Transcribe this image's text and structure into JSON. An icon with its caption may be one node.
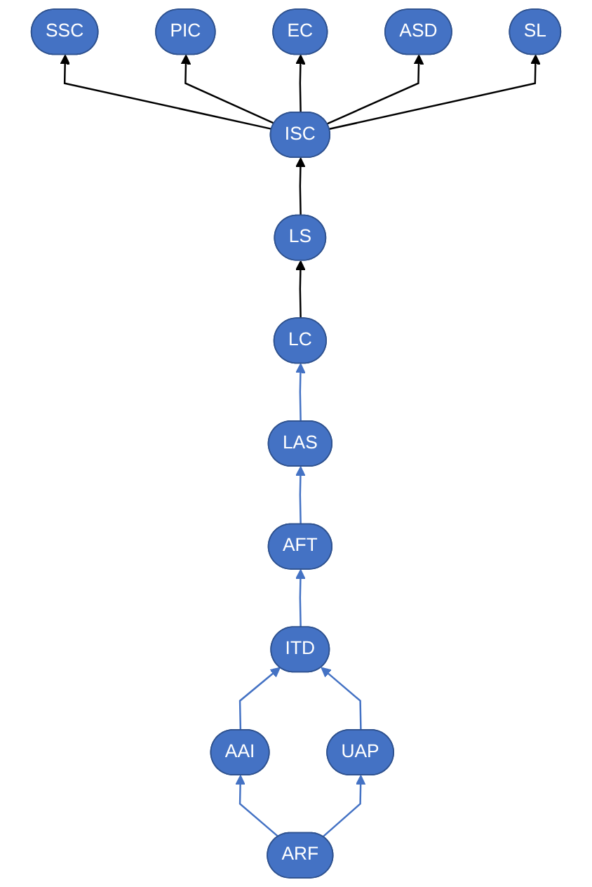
{
  "diagram": {
    "nodes": [
      {
        "text": [
          "SSC"
        ]
      },
      {
        "text": [
          "PIC"
        ]
      },
      {
        "text": [
          "EC"
        ]
      },
      {
        "text": [
          "ASD"
        ]
      },
      {
        "text": [
          "SL"
        ]
      },
      {
        "text": [
          "ISC"
        ]
      },
      {
        "text": [
          "LS"
        ]
      },
      {
        "text": [
          "LC"
        ]
      },
      {
        "text": [
          "LAS"
        ]
      },
      {
        "text": [
          "AFT"
        ]
      },
      {
        "text": [
          "ITD"
        ]
      },
      {
        "text": [
          "AAI"
        ]
      },
      {
        "text": [
          "UAP"
        ]
      },
      {
        "text": [
          "ARF"
        ]
      }
    ],
    "edges": [
      {
        "from": 13,
        "to": 11,
        "arrow": "to"
      },
      {
        "from": 13,
        "to": 12,
        "arrow": "to"
      },
      {
        "from": 11,
        "to": 10,
        "arrow": "to"
      },
      {
        "from": 12,
        "to": 10,
        "arrow": "to"
      },
      {
        "from": 10,
        "to": 9,
        "arrow": "to"
      },
      {
        "from": 9,
        "to": 8,
        "arrow": "to"
      },
      {
        "from": 8,
        "to": 7,
        "arrow": "to"
      },
      {
        "from": 7,
        "to": 6,
        "arrow": "to",
        "color": "#000000"
      },
      {
        "from": 6,
        "to": 5,
        "arrow": "to",
        "color": "#000000"
      },
      {
        "from": 5,
        "to": 0,
        "arrow": "to",
        "color": "#000000"
      },
      {
        "from": 5,
        "to": 1,
        "arrow": "to",
        "color": "#000000"
      },
      {
        "from": 5,
        "to": 2,
        "arrow": "to",
        "color": "#000000"
      },
      {
        "from": 5,
        "to": 3,
        "arrow": "to",
        "color": "#000000"
      },
      {
        "from": 5,
        "to": 4,
        "arrow": "to",
        "color": "#000000"
      }
    ]
  }
}
